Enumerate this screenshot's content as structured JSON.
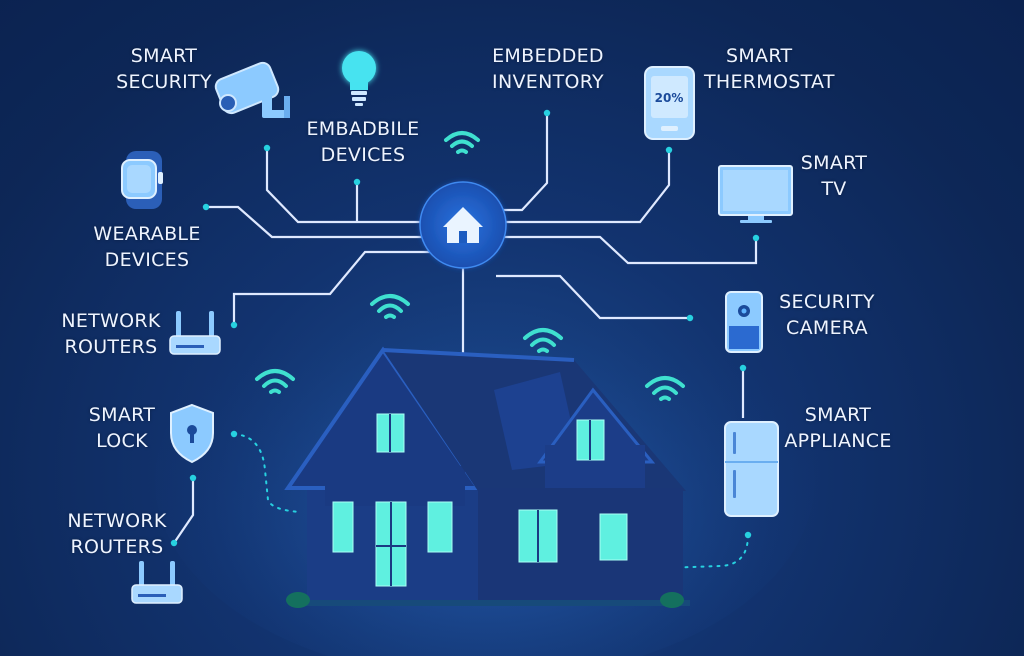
{
  "labels": {
    "smart_security": [
      "SMART",
      "SECURITY"
    ],
    "embedded_devices": [
      "EMBADBILE",
      "DEVICES"
    ],
    "embedded_inventory": [
      "EMBEDDED",
      "INVENTORY"
    ],
    "smart_thermostat": [
      "SMART",
      "THERMOSTAT"
    ],
    "smart_tv": [
      "SMART",
      "TV"
    ],
    "wearable_devices": [
      "WEARABLE",
      "DEVICES"
    ],
    "network_routers_top": [
      "NETWORK",
      "ROUTERS"
    ],
    "security_camera": [
      "SECURITY",
      "CAMERA"
    ],
    "smart_lock": [
      "SMART",
      "LOCK"
    ],
    "smart_appliance": [
      "SMART",
      "APPLIANCE"
    ],
    "network_routers_bottom": [
      "NETWORK",
      "ROUTERS"
    ]
  },
  "thermostat_display": "20%",
  "icons": [
    "security-camera-icon",
    "light-bulb-icon",
    "thermostat-icon",
    "tv-icon",
    "smartwatch-icon",
    "router-icon",
    "home-hub-icon",
    "wifi-icon",
    "security-camera-device-icon",
    "lock-shield-icon",
    "refrigerator-icon",
    "house-illustration"
  ],
  "colors": {
    "background": "#0d2757",
    "line": "#dfe9ff",
    "dot": "#27d1e0",
    "icon": "#7fc3ff",
    "icon_fill": "#a9d8ff",
    "window": "#5ff0e0",
    "hub": "#1d5cc0"
  }
}
